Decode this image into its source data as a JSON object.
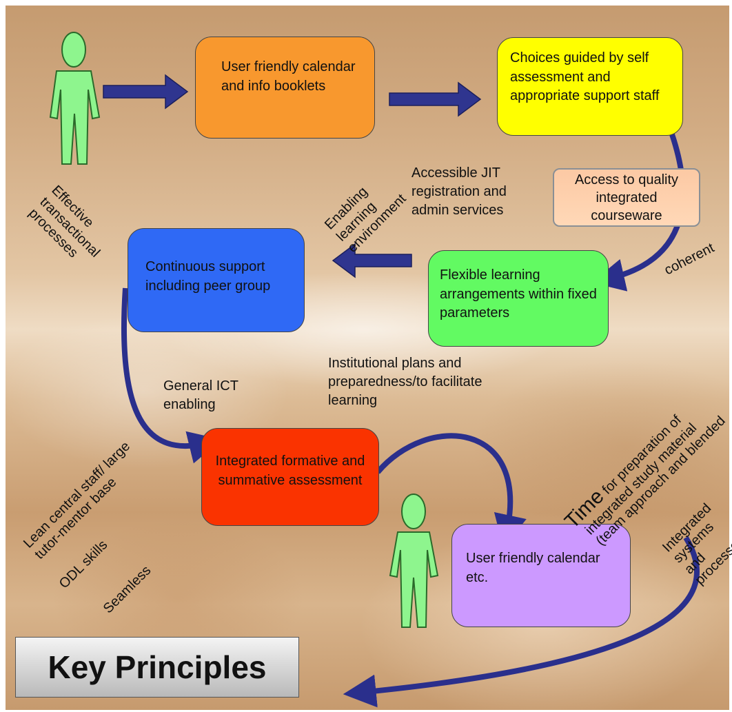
{
  "colors": {
    "arrow": "#2a2f8c",
    "person": "#8ef58e",
    "orange": "#f8982e",
    "yellow": "#ffff00",
    "peach": "#fcc9a4",
    "blue": "#2f69f5",
    "green": "#62fa62",
    "red": "#fa3300",
    "purple": "#cc99ff"
  },
  "icons": [
    "person-icon",
    "arrow-icon"
  ],
  "boxes": {
    "calendar_info": "User friendly calendar and info booklets",
    "choices": "Choices guided by self assessment and appropriate support staff",
    "courseware": "Access to quality integrated courseware",
    "flexible": "Flexible learning arrangements within fixed parameters",
    "continuous": "Continuous support including peer group",
    "assessment": "Integrated formative and summative assessment",
    "calendar_etc": "User friendly calendar etc."
  },
  "labels": {
    "effective": "Effective transactional processes",
    "enabling": "Enabling learning environment",
    "accessible": "Accessible JIT registration and admin services",
    "coherent": "coherent",
    "institutional": "Institutional plans and preparedness/to facilitate learning",
    "general_ict": "General ICT enabling",
    "lean": "Lean central staff/ large tutor-mentor base",
    "odl": "ODL skills",
    "seamless": "Seamless",
    "time_word": "Time",
    "time_rest": "for preparation of",
    "time_line2": "integrated study material",
    "time_line3": "(team approach and blended",
    "integrated_systems": "Integrated systems and processes"
  },
  "title": "Key Principles"
}
